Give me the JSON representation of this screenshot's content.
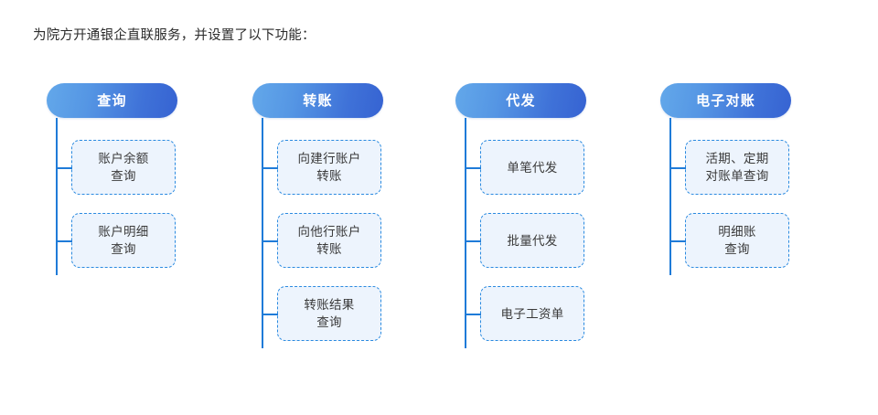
{
  "intro": {
    "text": "为院方开通银企直联服务，并设置了以下功能："
  },
  "colors": {
    "header_gradient_start": "#63a8ea",
    "header_gradient_end": "#3663d2",
    "header_text": "#ffffff",
    "item_fill": "#edf4fd",
    "item_border": "#2a8ae0",
    "connector_line": "#1f7bd8",
    "body_text": "#3a3a3a",
    "background": "#ffffff"
  },
  "diagram": {
    "type": "tree",
    "columns": [
      {
        "header": "查询",
        "items": [
          {
            "label": "账户余额\n查询"
          },
          {
            "label": "账户明细\n查询"
          }
        ]
      },
      {
        "header": "转账",
        "items": [
          {
            "label": "向建行账户\n转账"
          },
          {
            "label": "向他行账户\n转账"
          },
          {
            "label": "转账结果\n查询"
          }
        ]
      },
      {
        "header": "代发",
        "items": [
          {
            "label": "单笔代发"
          },
          {
            "label": "批量代发"
          },
          {
            "label": "电子工资单"
          }
        ]
      },
      {
        "header": "电子对账",
        "items": [
          {
            "label": "活期、定期\n对账单查询"
          },
          {
            "label": "明细账\n查询"
          }
        ]
      }
    ]
  }
}
